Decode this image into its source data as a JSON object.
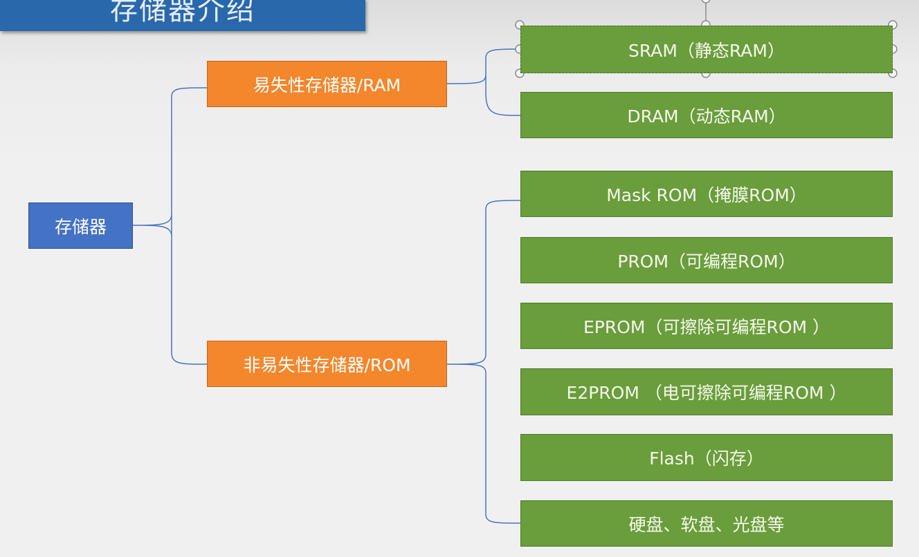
{
  "slide": {
    "title": "存储器介绍",
    "root": "存储器",
    "branches": [
      {
        "label": "易失性存储器/RAM",
        "children": [
          "SRAM（静态RAM）",
          "DRAM（动态RAM）"
        ]
      },
      {
        "label": "非易失性存储器/ROM",
        "children": [
          "Mask ROM（掩膜ROM）",
          "PROM（可编程ROM）",
          "EPROM（可擦除可编程ROM ）",
          "E2PROM （电可擦除可编程ROM ）",
          "Flash（闪存）",
          "硬盘、软盘、光盘等"
        ]
      }
    ]
  },
  "colors": {
    "title_bar": "#2a68ac",
    "root": "#4472c4",
    "branch": "#f4862c",
    "leaf": "#6a9d3b",
    "connector": "#4a72c4"
  }
}
